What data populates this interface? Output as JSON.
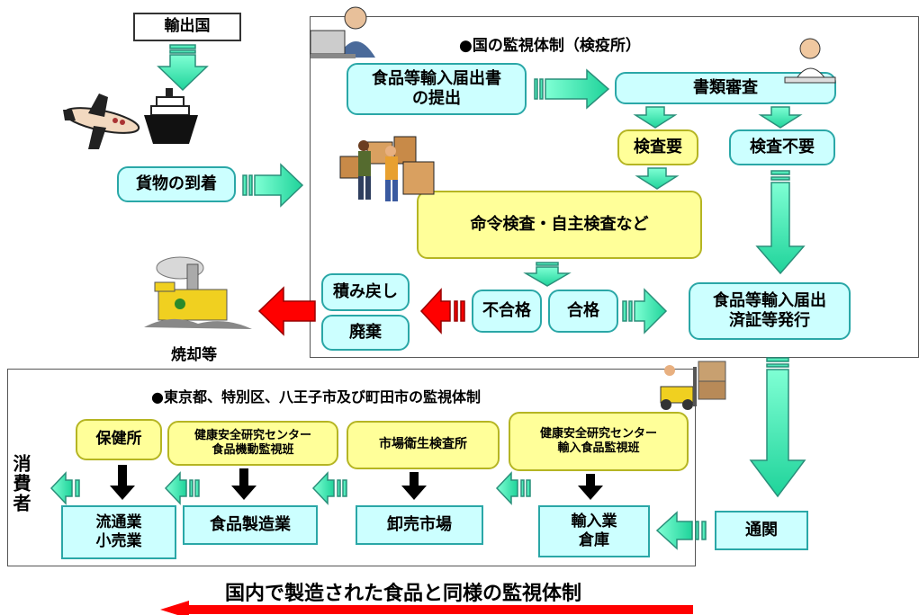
{
  "export_country": "輸出国",
  "cargo_arrival": "貨物の到着",
  "national": {
    "title": "●国の監視体制（検疫所）",
    "notification": "食品等輸入届出書\nの提出",
    "document_review": "書類審査",
    "inspection_required": "検査要",
    "inspection_not_required": "検査不要",
    "ordered_inspection": "命令検査・自主検査など",
    "fail": "不合格",
    "pass": "合格",
    "reshipment": "積み戻し",
    "disposal": "廃棄",
    "incineration": "焼却等",
    "certificate": "食品等輸入届出\n済証等発行"
  },
  "customs": "通関",
  "tokyo": {
    "title": "●東京都、特別区、八王子市及び町田市の監視体制",
    "health_center": "保健所",
    "mobile_team": "健康安全研究センター\n食品機動監視班",
    "market_station": "市場衛生検査所",
    "import_team": "健康安全研究センター\n輸入食品監視班",
    "distribution": "流通業\n小売業",
    "manufacturing": "食品製造業",
    "wholesale": "卸売市場",
    "importer": "輸入業\n倉庫",
    "consumer": "消費者"
  },
  "footer": "国内で製造された食品と同様の監視体制",
  "colors": {
    "cyan_fill": "#ccffff",
    "cyan_border": "#2aa7a7",
    "yellow_fill": "#ffff99",
    "arrow_teal": "#33eeaa",
    "arrow_red": "#ff0000",
    "arrow_black": "#000000"
  }
}
